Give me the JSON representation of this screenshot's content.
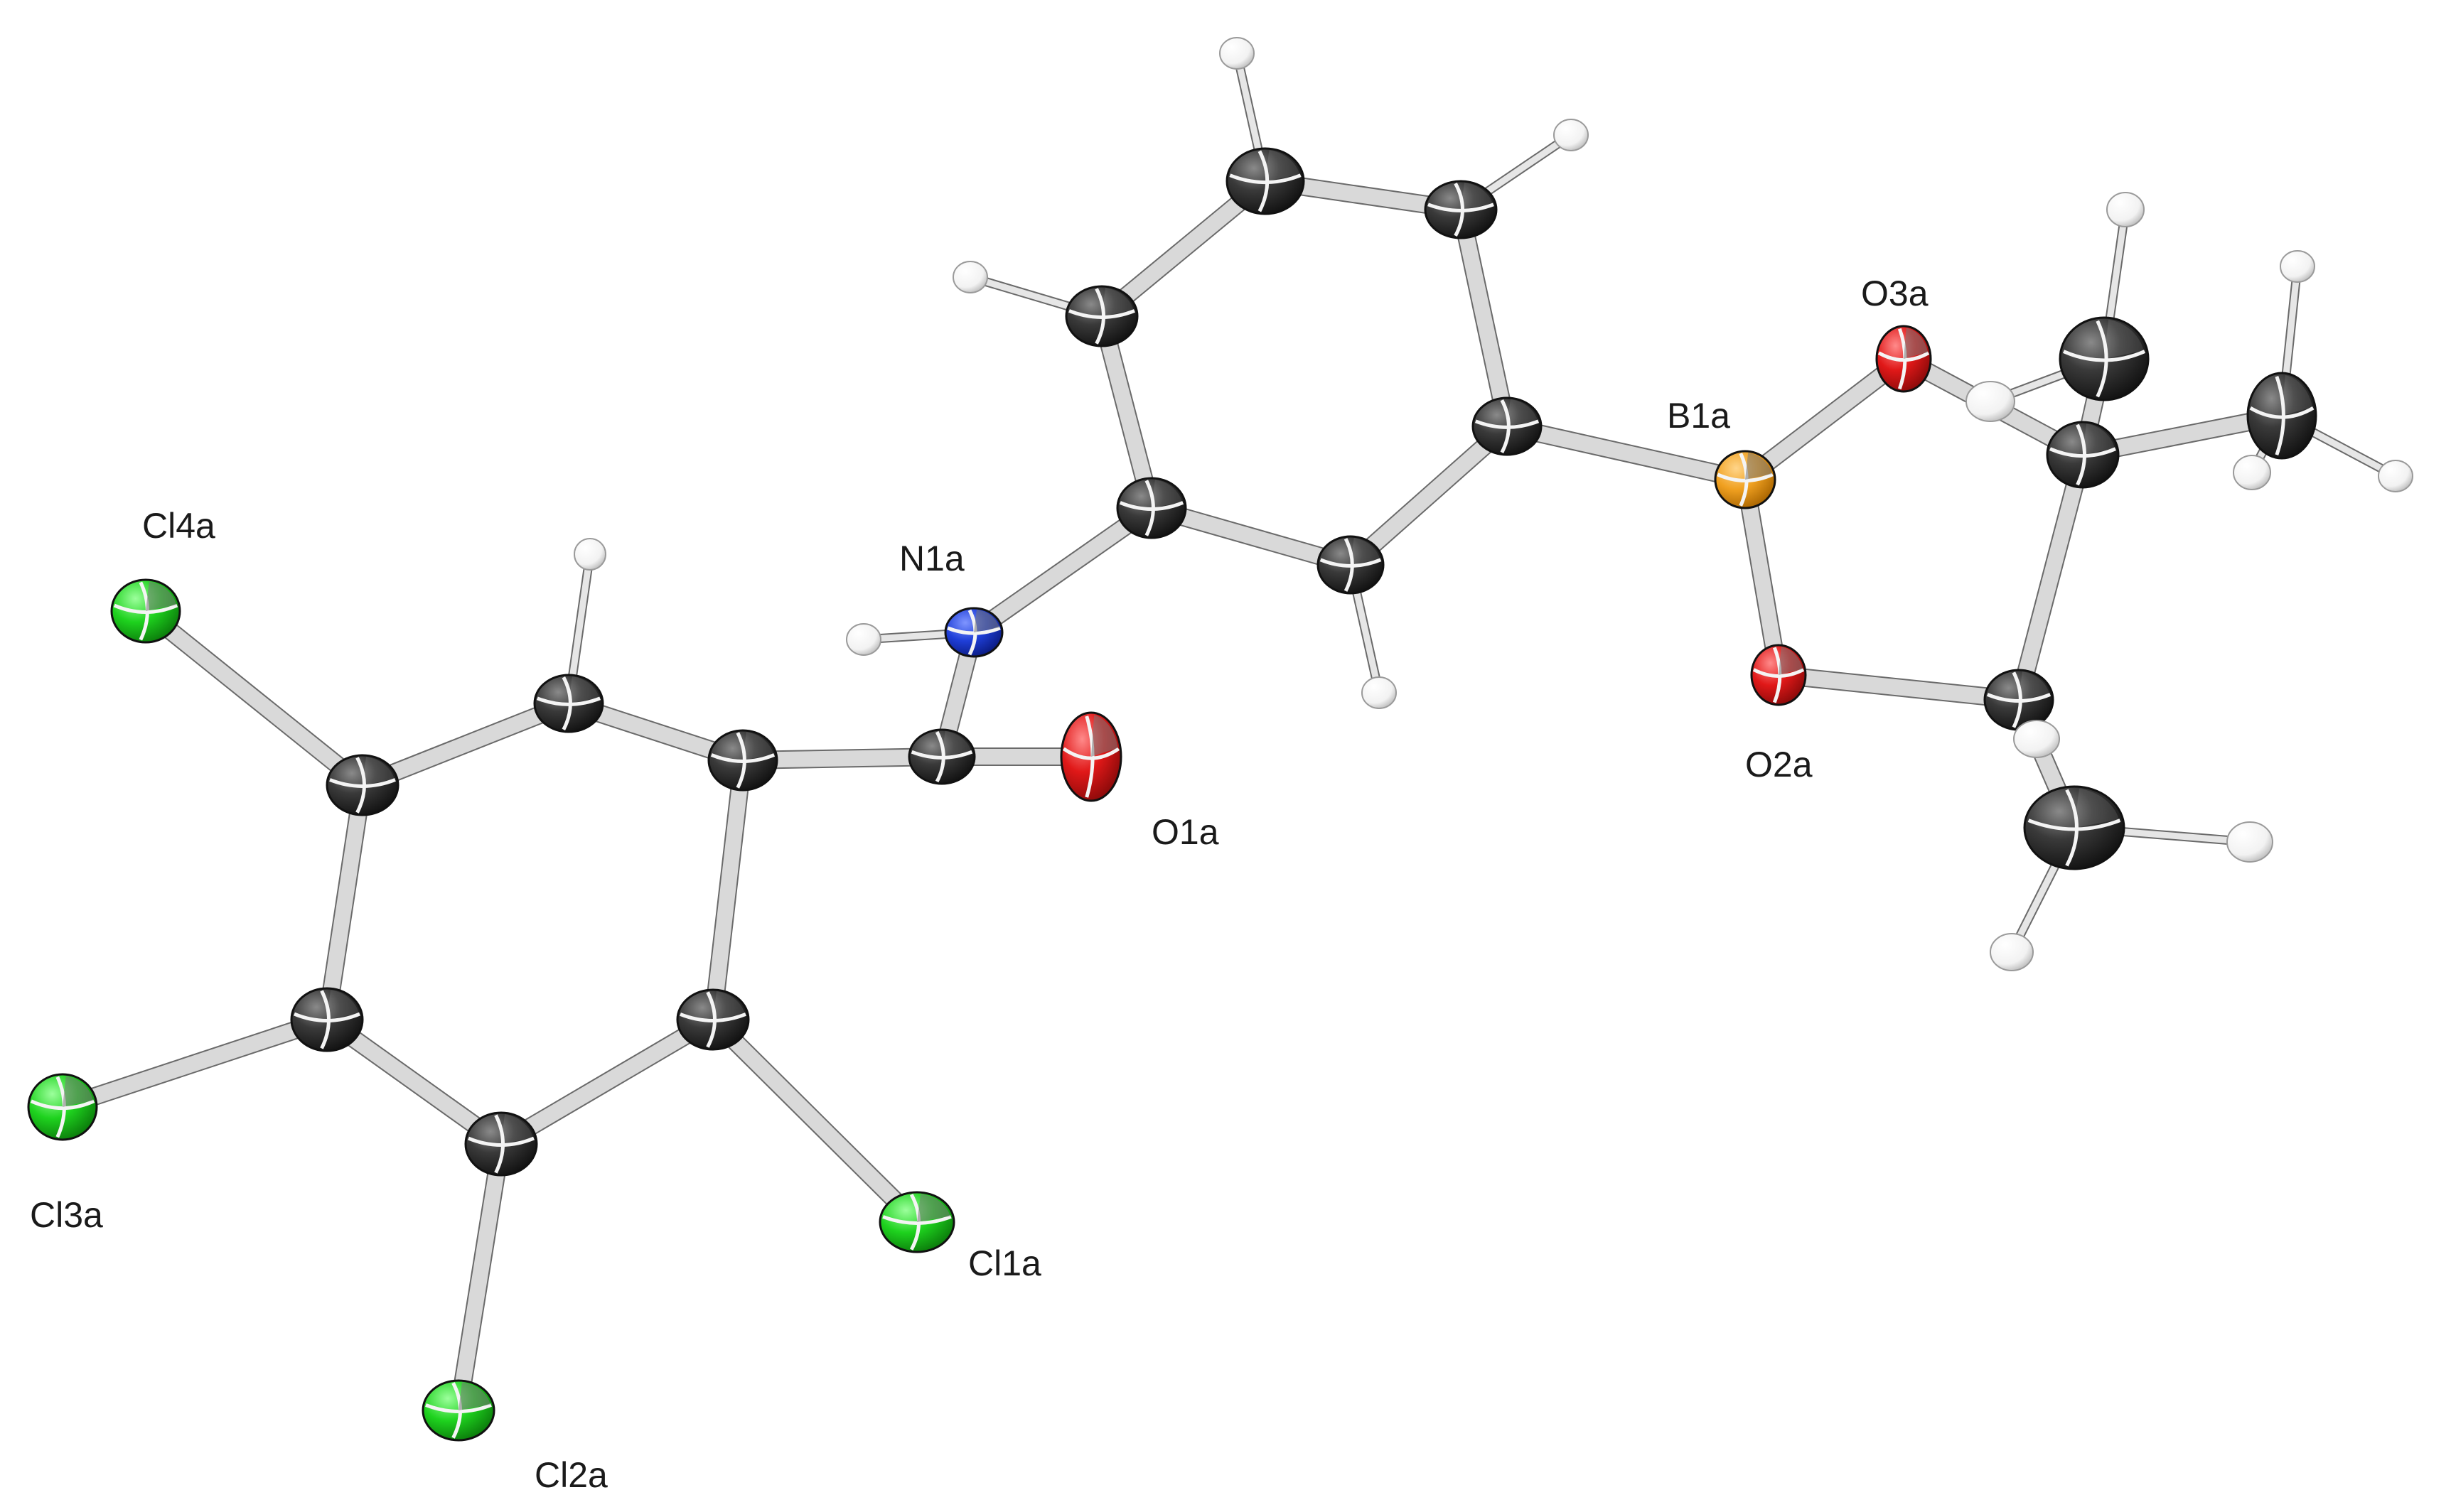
{
  "figure": {
    "atom_labels": {
      "cl4a": "Cl4a",
      "cl3a": "Cl3a",
      "cl2a": "Cl2a",
      "cl1a": "Cl1a",
      "n1a": "N1a",
      "o1a": "O1a",
      "b1a": "B1a",
      "o2a": "O2a",
      "o3a": "O3a"
    },
    "element_colors": {
      "C": "#2b2b2b",
      "H": "#ffffff",
      "N": "#1f3fd8",
      "O": "#e01818",
      "B": "#f0a020",
      "Cl": "#1ed21e",
      "bond": "#d9d9d9"
    },
    "atom_icon_names": {
      "C": "carbon-ellipsoid-icon",
      "H": "hydrogen-sphere-icon",
      "N": "nitrogen-ellipsoid-icon",
      "O": "oxygen-ellipsoid-icon",
      "B": "boron-ellipsoid-icon",
      "Cl": "chlorine-ellipsoid-icon"
    }
  }
}
